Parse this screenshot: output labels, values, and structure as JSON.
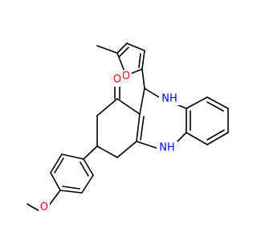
{
  "molecule": {
    "atoms": {
      "furan_oxygen": {
        "label": "O",
        "color": "#ff0000"
      },
      "ketone_oxygen": {
        "label": "O",
        "color": "#ff0000"
      },
      "methoxy_oxygen": {
        "label": "O",
        "color": "#ff0000"
      },
      "amine_upper": {
        "label": "NH",
        "color": "#0000ff"
      },
      "amine_lower": {
        "label": "NH",
        "color": "#0000ff"
      }
    }
  }
}
